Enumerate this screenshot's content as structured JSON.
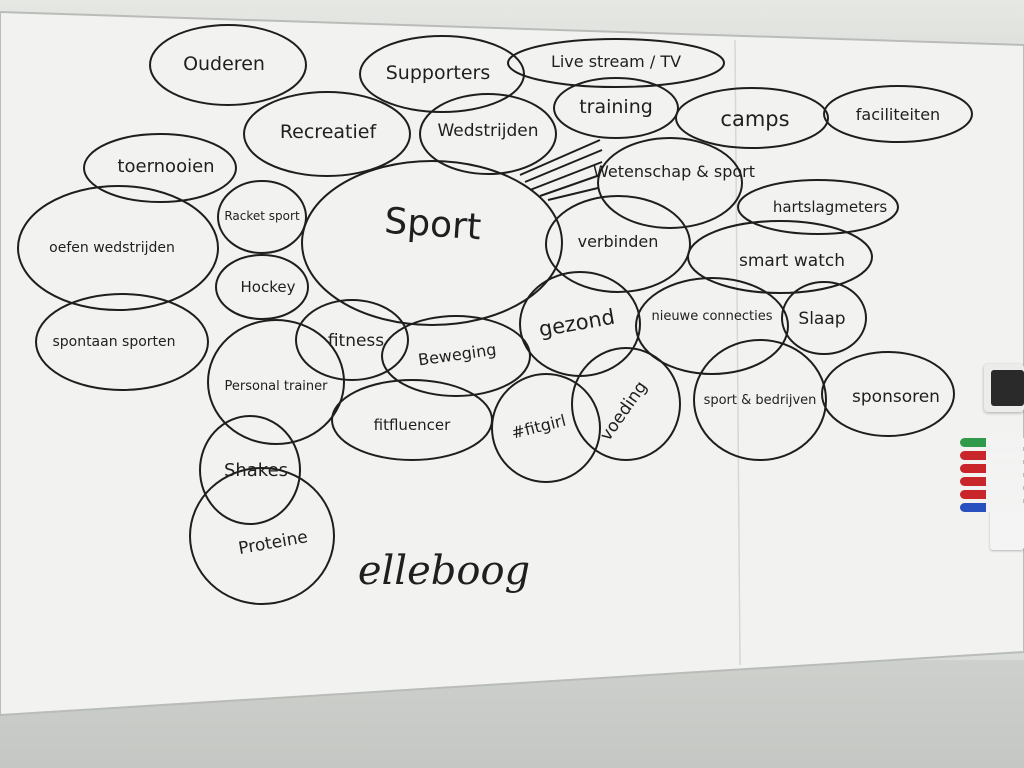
{
  "whiteboard": {
    "center": "Sport",
    "nodes": [
      "Ouderen",
      "Supporters",
      "Live stream / TV",
      "training",
      "camps",
      "faciliteiten",
      "Recreatief",
      "Wedstrijden",
      "toernooien",
      "Wetenschap & sport",
      "hartslagmeters",
      "Racket sport",
      "verbinden",
      "smart watch",
      "oefen wedstrijden",
      "Hockey",
      "nieuwe connecties",
      "Slaap",
      "spontaan sporten",
      "fitness",
      "Beweging",
      "gezond",
      "Personal trainer",
      "fitfluencer",
      "#fitgirl",
      "voeding",
      "sport & bedrijven",
      "sponsoren",
      "Shakes",
      "Proteine"
    ],
    "loose_word": "elleboog"
  },
  "markers": {
    "colors": [
      "#2e9a4a",
      "#c8262b",
      "#c8262b",
      "#c8262b",
      "#c8262b",
      "#2a4fbf"
    ]
  }
}
